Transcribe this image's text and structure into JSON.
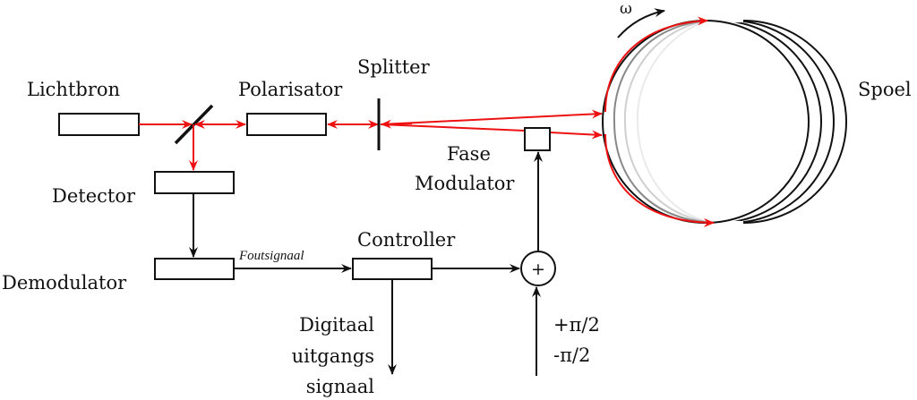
{
  "diagram": {
    "title": "Fiber optic gyroscope block diagram",
    "colors": {
      "beam": "#ee1111",
      "line": "#111111"
    },
    "components": {
      "lightsource": "Lichtbron",
      "polarizer": "Polarisator",
      "splitter": "Splitter",
      "coil": "Spoel",
      "phase_modulator_line1": "Fase",
      "phase_modulator_line2": "Modulator",
      "detector": "Detector",
      "demodulator": "Demodulator",
      "controller": "Controller",
      "summer_symbol": "+"
    },
    "signals": {
      "error_signal": "Foutsignaal",
      "output_line1": "Digitaal",
      "output_line2": "uitgangs",
      "output_line3": "signaal",
      "bias_plus": "+π/2",
      "bias_minus": "-π/2",
      "rotation": "ω"
    }
  }
}
